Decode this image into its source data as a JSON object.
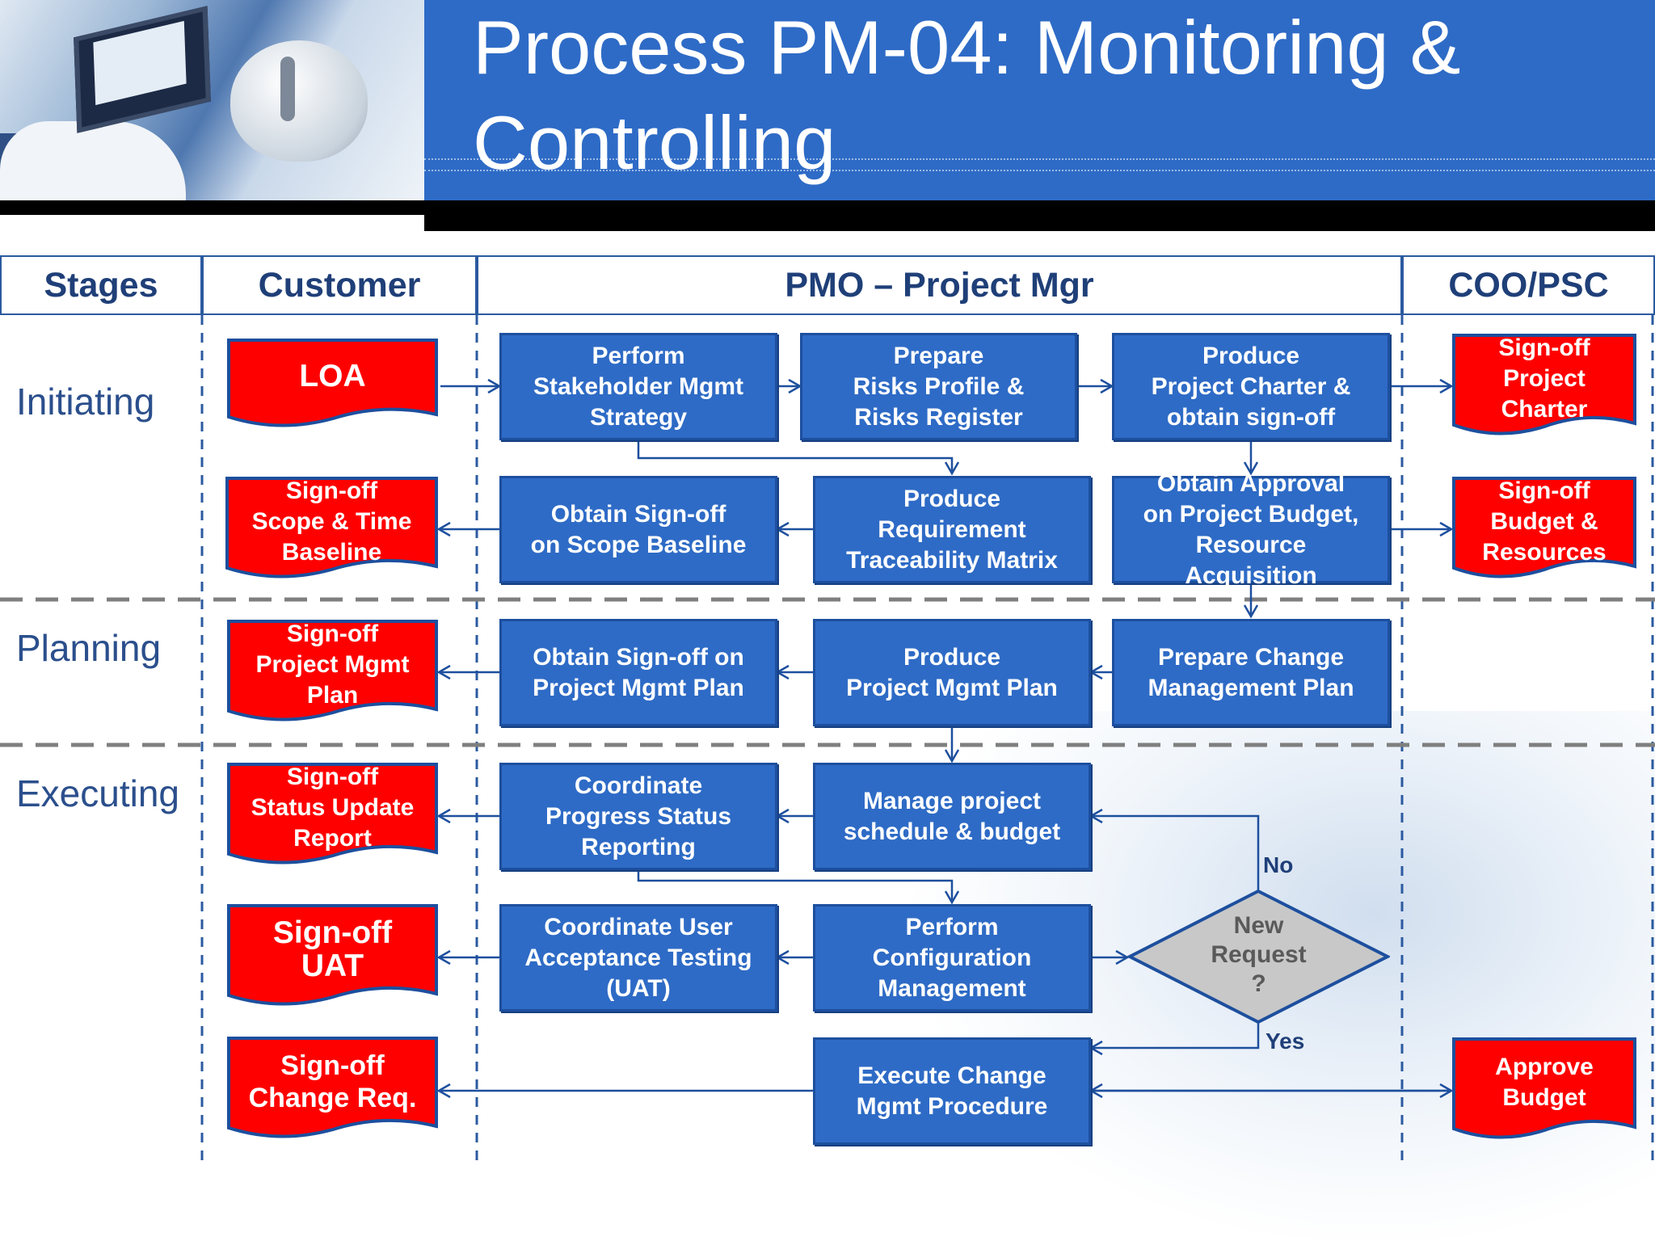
{
  "header": {
    "title": "Process PM-04: Monitoring & Controlling"
  },
  "lanes": [
    "Stages",
    "Customer",
    "PMO – Project Mgr",
    "COO/PSC"
  ],
  "stages": [
    "Initiating",
    "Planning",
    "Executing"
  ],
  "process_boxes": [
    "Perform\nStakeholder Mgmt\nStrategy",
    "Prepare\nRisks Profile &\nRisks Register",
    "Produce\nProject Charter  &\nobtain sign-off",
    "Obtain Sign-off\non Scope Baseline",
    "Produce\nRequirement\nTraceability Matrix",
    "Obtain Approval\non Project Budget,\nResource\nAcquisition",
    "Obtain Sign-off on\nProject Mgmt Plan",
    "Produce\nProject Mgmt Plan",
    "Prepare Change\nManagement Plan",
    "Coordinate\nProgress Status\nReporting",
    "Manage project\nschedule & budget",
    "Coordinate User\nAcceptance Testing\n(UAT)",
    "Perform\nConfiguration\nManagement",
    "Execute Change\nMgmt Procedure"
  ],
  "documents": [
    "LOA",
    "Sign-off\nProject\nCharter",
    "Sign-off\nScope  & Time\nBaseline",
    "Sign-off\nBudget &\nResources",
    "Sign-off\nProject Mgmt\nPlan",
    "Sign-off\nStatus Update\nReport",
    "Sign-off\nUAT",
    "Sign-off\nChange Req.",
    "Approve\nBudget"
  ],
  "decision": {
    "text": "New\nRequest\n?",
    "no_label": "No",
    "yes_label": "Yes"
  },
  "colors": {
    "process_fill": "#2e6bc6",
    "document_fill": "#ff0000",
    "decision_fill": "#c8c8c8",
    "lane_text": "#1f3f78"
  }
}
